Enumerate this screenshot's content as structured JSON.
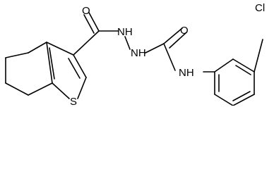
{
  "molecule": {
    "atoms": {
      "carbonyl_oxygen_left": "O",
      "carbonyl_oxygen_right": "O",
      "hydrazine_nh_upper": "NH",
      "hydrazine_nh_lower": "NH",
      "amide_nh": "NH",
      "chlorine": "Cl",
      "sulfur": "S"
    }
  }
}
